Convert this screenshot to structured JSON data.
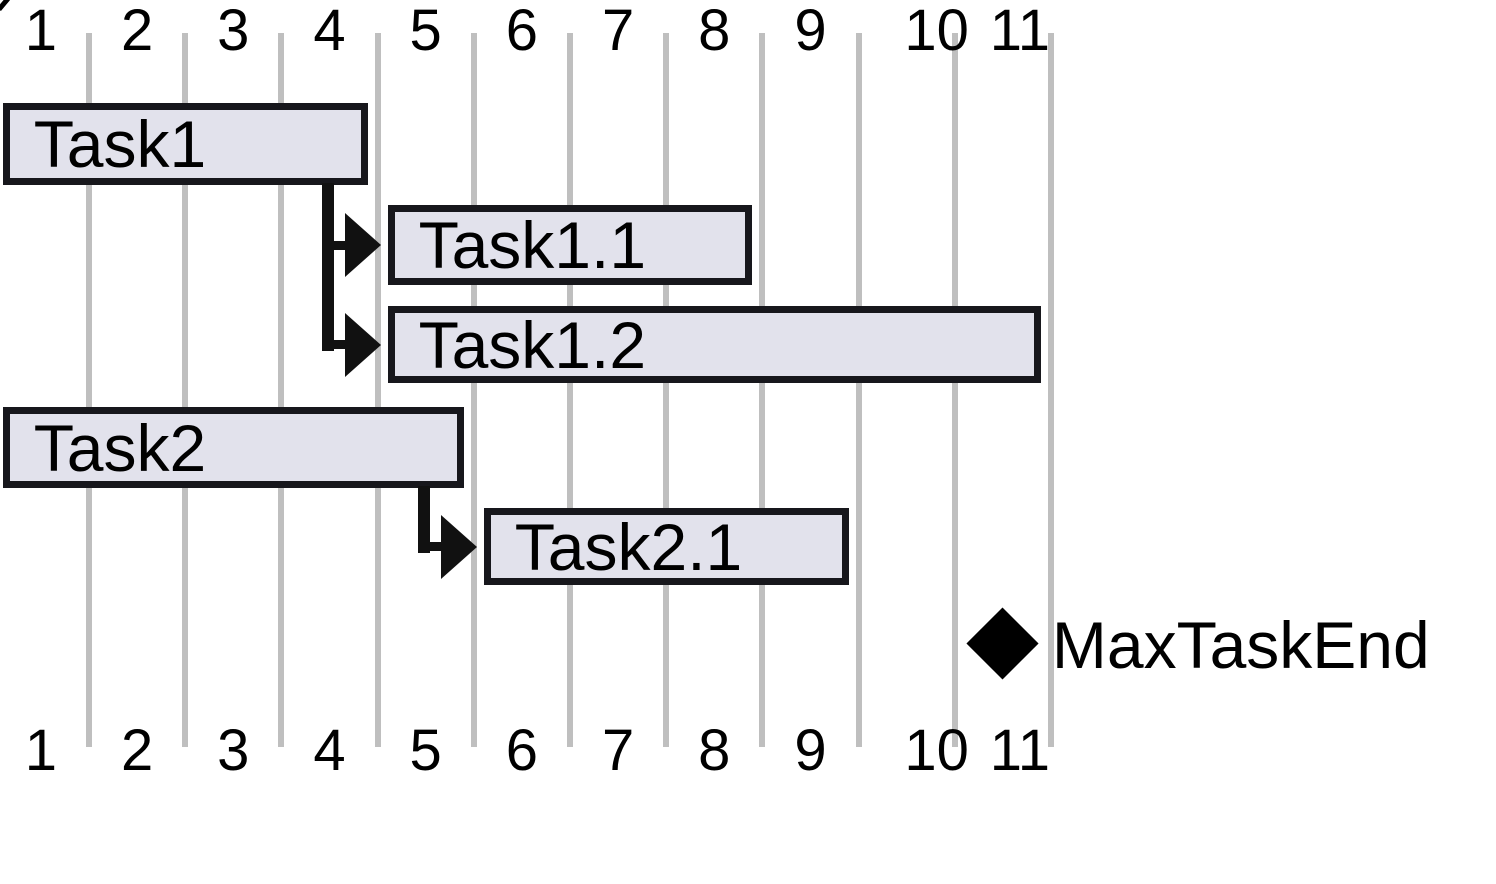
{
  "chart_data": {
    "type": "bar",
    "subtype": "gantt",
    "title": "",
    "axis": {
      "ticks_top": [
        "1",
        "2",
        "3",
        "4",
        "5",
        "6",
        "7",
        "8",
        "9",
        "10",
        "11"
      ],
      "ticks_bottom": [
        "1",
        "2",
        "3",
        "4",
        "5",
        "6",
        "7",
        "8",
        "9",
        "10",
        "11"
      ],
      "range": [
        0,
        11
      ],
      "grid": "vertical-on"
    },
    "tasks": [
      {
        "name": "Task1",
        "start": 0,
        "end": 4,
        "row": 1
      },
      {
        "name": "Task1.1",
        "start": 4,
        "end": 8,
        "row": 2
      },
      {
        "name": "Task1.2",
        "start": 4,
        "end": 11,
        "row": 3
      },
      {
        "name": "Task2",
        "start": 0,
        "end": 5,
        "row": 4
      },
      {
        "name": "Task2.1",
        "start": 5,
        "end": 9,
        "row": 5
      }
    ],
    "dependencies": [
      {
        "from": "Task1",
        "to": "Task1.1"
      },
      {
        "from": "Task1",
        "to": "Task1.2"
      },
      {
        "from": "Task2",
        "to": "Task2.1"
      }
    ],
    "milestone": {
      "label": "MaxTaskEnd",
      "time": 10.5,
      "shape": "diamond"
    },
    "colors": {
      "bar_fill": "#e2e2ec",
      "bar_border": "#17171c",
      "gridline": "#bfbfbf",
      "connector": "#111111",
      "text": "#000000",
      "background": "#ffffff"
    }
  }
}
